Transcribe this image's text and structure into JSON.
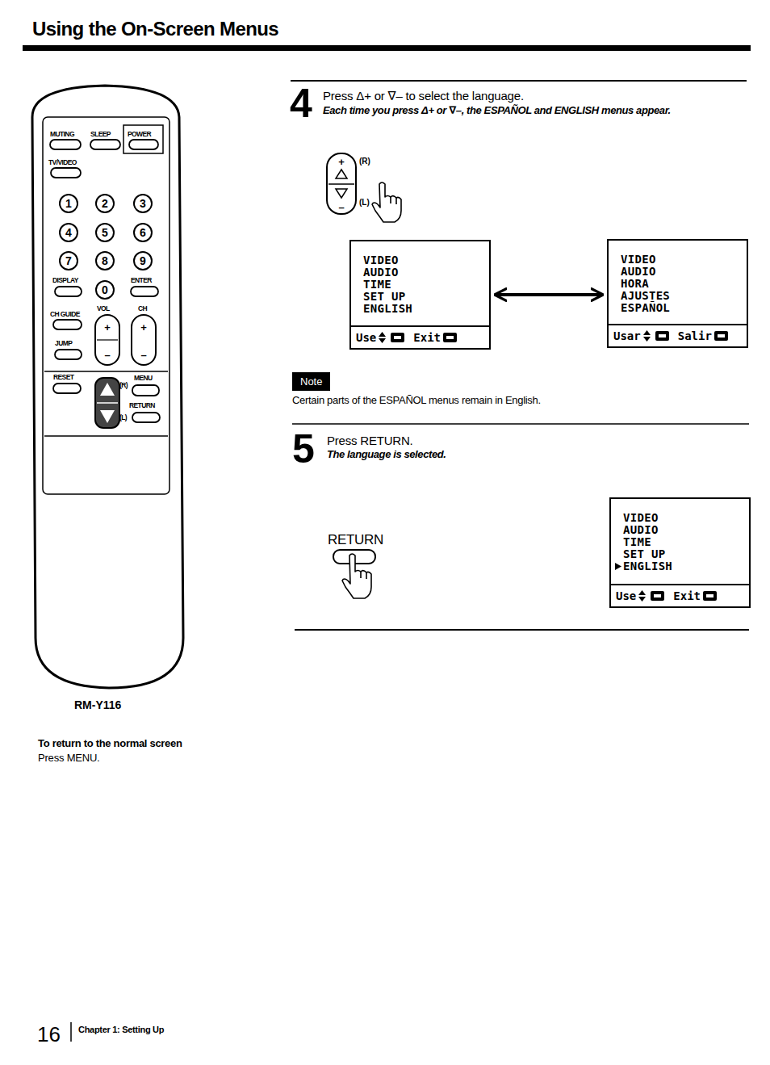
{
  "diagram": {
    "title": "Using the On-Screen Menus",
    "nodes": [
      {
        "text": [
          "VIDEO",
          "AUDIO",
          "TIME",
          "SET UP",
          "ENGLISH",
          "Use",
          "Exit"
        ]
      },
      {
        "text": [
          "VIDEO",
          "AUDIO",
          "HORA",
          "AJUSTES",
          "ESPAÑOL",
          "Usar",
          "Salir"
        ]
      },
      {
        "text": [
          "VIDEO",
          "AUDIO",
          "TIME",
          "SET UP",
          "ENGLISH",
          "Use",
          "Exit"
        ]
      },
      {
        "text": [
          "Note"
        ]
      }
    ],
    "edges": [
      {
        "from": 0,
        "to": 1,
        "arrow": "both"
      }
    ],
    "labels": [
      "MUTING",
      "SLEEP",
      "POWER",
      "TV/VIDEO",
      "1",
      "2",
      "3",
      "4",
      "5",
      "6",
      "7",
      "8",
      "9",
      "DISPLAY",
      "0",
      "ENTER",
      "CH GUIDE",
      "VOL",
      "CH",
      "+",
      "–",
      "+",
      "–",
      "JUMP",
      "RESET",
      "(R)",
      "MENU",
      "RETURN",
      "(L)",
      "RM-Y116",
      "To return to the normal screen",
      "Press MENU.",
      "4",
      "Press Δ+ or ∇– to select the language.",
      "Each time you press Δ+ or ∇–, the ESPAÑOL and ENGLISH menus appear.",
      "+",
      "–",
      "(R)",
      "(L)",
      "Certain parts of the ESPAÑOL menus remain in English.",
      "5",
      "Press RETURN.",
      "The language is selected.",
      "RETURN",
      "16",
      "Chapter 1: Setting Up"
    ]
  }
}
